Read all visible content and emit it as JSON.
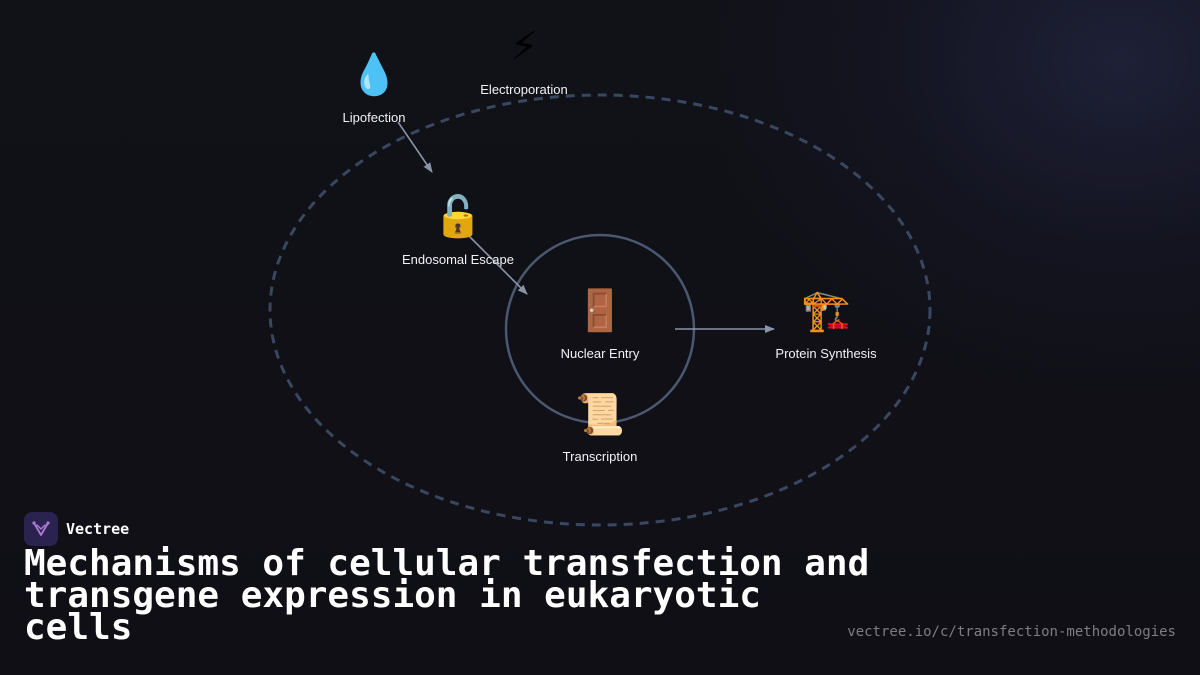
{
  "brand": {
    "name": "Vectree",
    "logo_color": "#2a2350",
    "logo_icon": "vectree-logo-icon"
  },
  "title": "Mechanisms of cellular transfection and transgene expression in eukaryotic cells",
  "footer": {
    "url": "vectree.io/c/transfection-methodologies"
  },
  "diagram": {
    "nodes": [
      {
        "id": "lipofection",
        "label": "Lipofection",
        "icon": "💧",
        "icon_name": "droplet-icon"
      },
      {
        "id": "electroporation",
        "label": "Electroporation",
        "icon": "⚡",
        "icon_name": "lightning-icon"
      },
      {
        "id": "endosomal_escape",
        "label": "Endosomal Escape",
        "icon": "🔓",
        "icon_name": "unlocked-padlock-icon"
      },
      {
        "id": "nuclear_entry",
        "label": "Nuclear Entry",
        "icon": "🚪",
        "icon_name": "door-icon"
      },
      {
        "id": "transcription",
        "label": "Transcription",
        "icon": "📜",
        "icon_name": "scroll-icon"
      },
      {
        "id": "protein_synthesis",
        "label": "Protein Synthesis",
        "icon": "🏗️",
        "icon_name": "construction-crane-icon"
      }
    ],
    "edges": [
      {
        "from": "lipofection",
        "to": "endosomal_escape"
      },
      {
        "from": "endosomal_escape",
        "to": "nuclear_entry"
      },
      {
        "from": "nuclear_entry",
        "to": "protein_synthesis"
      }
    ],
    "colors": {
      "cell_membrane": "#3a4760",
      "nucleus_membrane": "#4a5870",
      "arrow": "#8a93a8",
      "label": "#f2f2f5"
    }
  }
}
